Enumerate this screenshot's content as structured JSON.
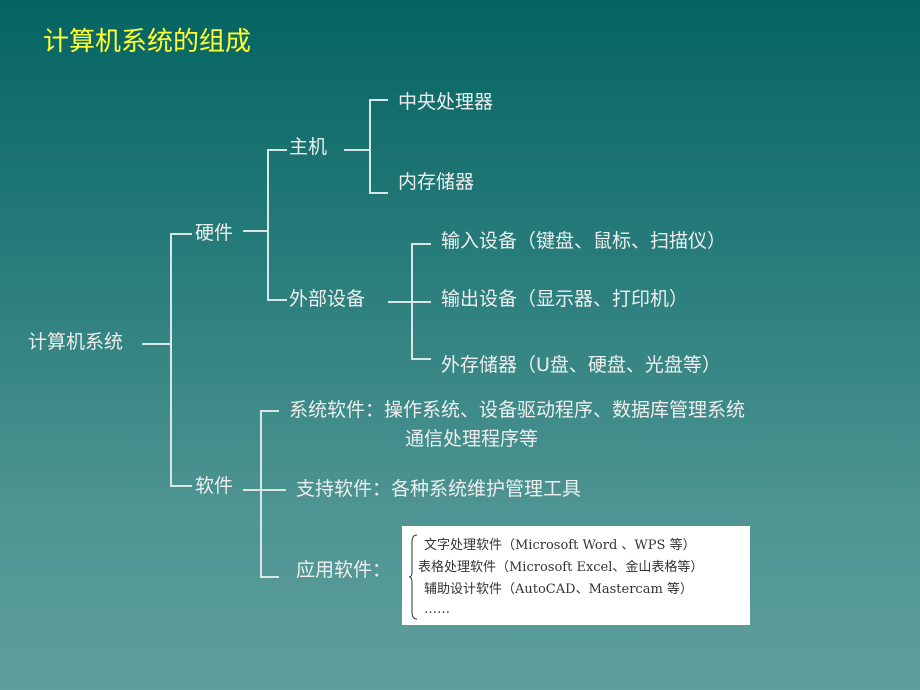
{
  "title": "计算机系统的组成",
  "colors": {
    "title": "#ffff33",
    "text": "#eeeeee",
    "line": "#d8e6e4",
    "bg_top": "#046462",
    "bg_bottom": "#5e9f9d"
  },
  "tree": {
    "root": "计算机系统",
    "hardware": {
      "label": "硬件",
      "host": {
        "label": "主机",
        "children": [
          "中央处理器",
          "内存储器"
        ]
      },
      "peripherals": {
        "label": "外部设备",
        "children": [
          "输入设备（键盘、鼠标、扫描仪）",
          "输出设备（显示器、打印机）",
          "外存储器（U盘、硬盘、光盘等）"
        ]
      }
    },
    "software": {
      "label": "软件",
      "system": {
        "line1": "系统软件：操作系统、设备驱动程序、数据库管理系统",
        "line2": "通信处理程序等"
      },
      "support": "支持软件：各种系统维护管理工具",
      "application": {
        "label": "应用软件：",
        "items": [
          "文字处理软件（Microsoft   Word 、WPS 等）",
          "表格处理软件（Microsoft   Excel、金山表格等）",
          "辅助设计软件（AutoCAD、Mastercam 等）",
          "……"
        ]
      }
    }
  }
}
